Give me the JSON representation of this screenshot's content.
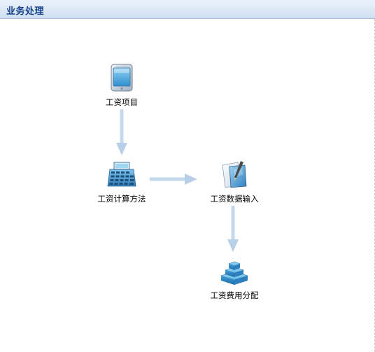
{
  "panel": {
    "title": "业务处理"
  },
  "nodes": {
    "salary_items": {
      "label": "工资项目",
      "icon": "tablet-icon"
    },
    "calc_method": {
      "label": "工资计算方法",
      "icon": "calculator-icon"
    },
    "data_input": {
      "label": "工资数据输入",
      "icon": "document-pen-icon"
    },
    "cost_allocation": {
      "label": "工资费用分配",
      "icon": "stacked-boxes-icon"
    }
  },
  "colors": {
    "title_text": "#15428b",
    "arrow": "#bcd3ea"
  }
}
